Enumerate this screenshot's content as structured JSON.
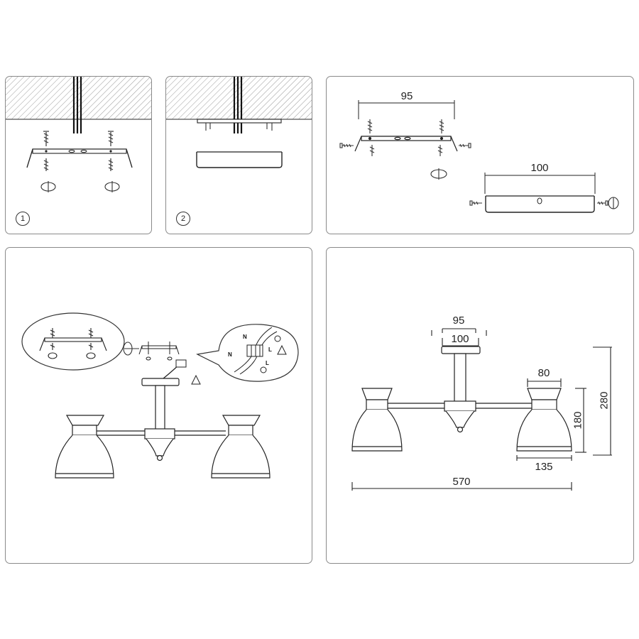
{
  "steps": [
    {
      "number": "1"
    },
    {
      "number": "2"
    }
  ],
  "bracket_dimensions": {
    "hole_spacing": "95",
    "canopy_width": "100"
  },
  "wiring": {
    "neutral_label": "N",
    "live_label": "L"
  },
  "product_dimensions": {
    "bracket_spacing": "95",
    "canopy_width": "100",
    "shade_top": "80",
    "shade_height": "180",
    "total_height": "280",
    "shade_bottom": "135",
    "total_width": "570"
  }
}
